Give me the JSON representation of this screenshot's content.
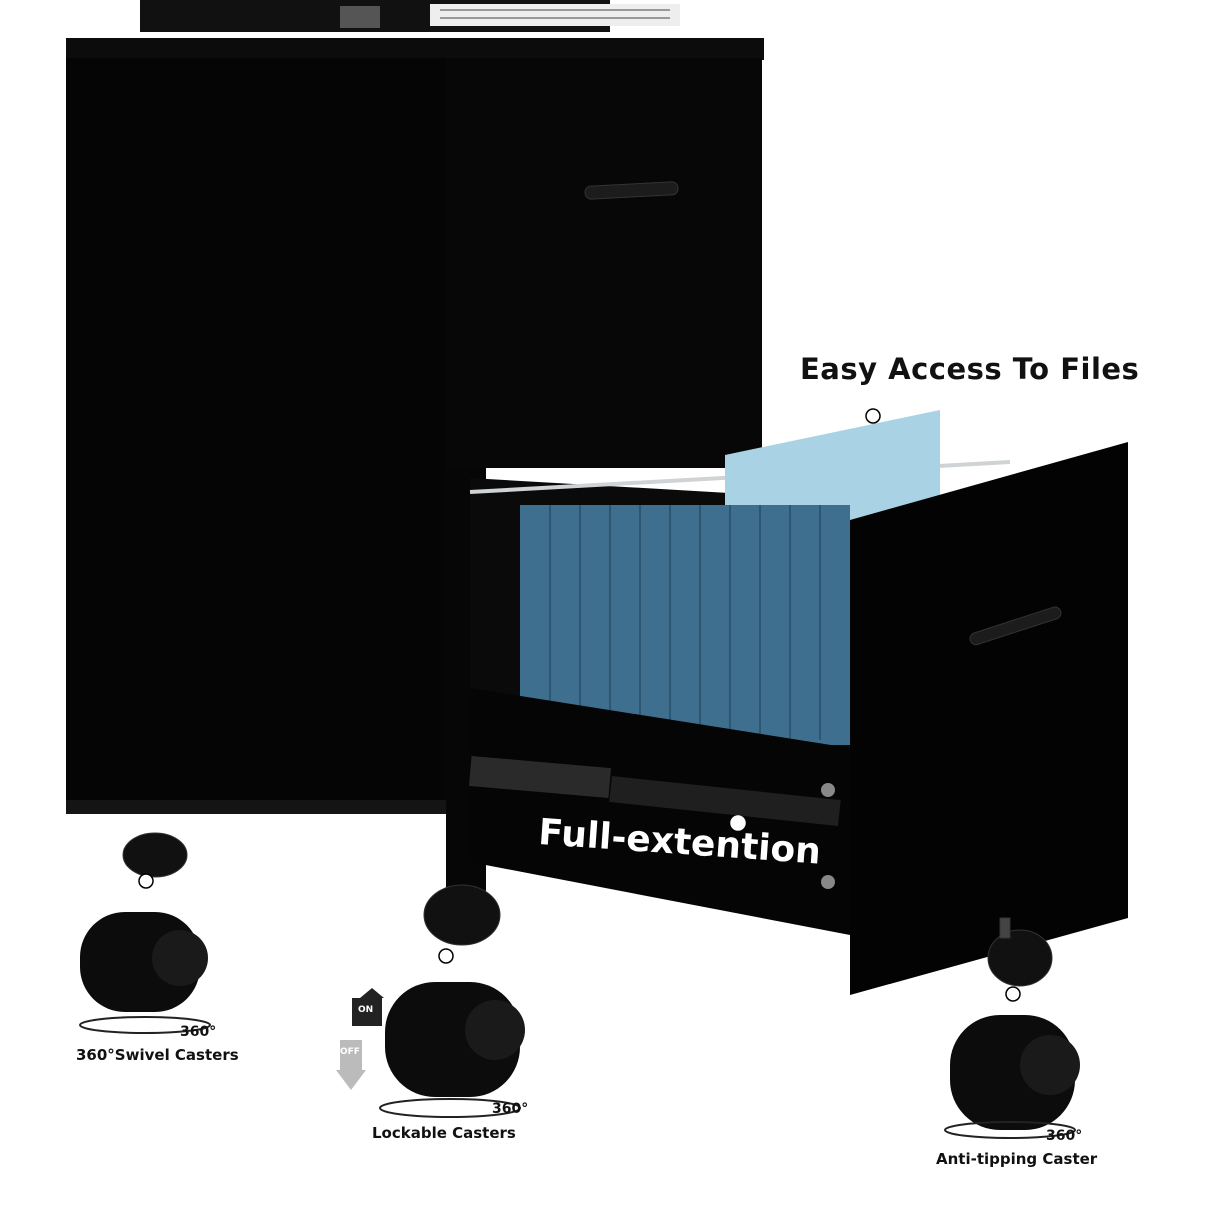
{
  "callouts": {
    "easy_access": "Easy Access To Files",
    "full_extension": "Full-extention"
  },
  "casters": [
    {
      "name": "swivel",
      "caption": "360°Swivel Casters",
      "degree": "360°"
    },
    {
      "name": "lockable",
      "caption": "Lockable Casters",
      "degree": "360°",
      "lock_on": "ON",
      "lock_off": "OFF"
    },
    {
      "name": "anti_tipping",
      "caption": "Anti-tipping Caster",
      "degree": "360°"
    }
  ],
  "colors": {
    "cabinet": "#050505",
    "folder_dark": "#3f6f8e",
    "folder_light": "#a9d3e4",
    "rail": "#cfd3d6"
  }
}
